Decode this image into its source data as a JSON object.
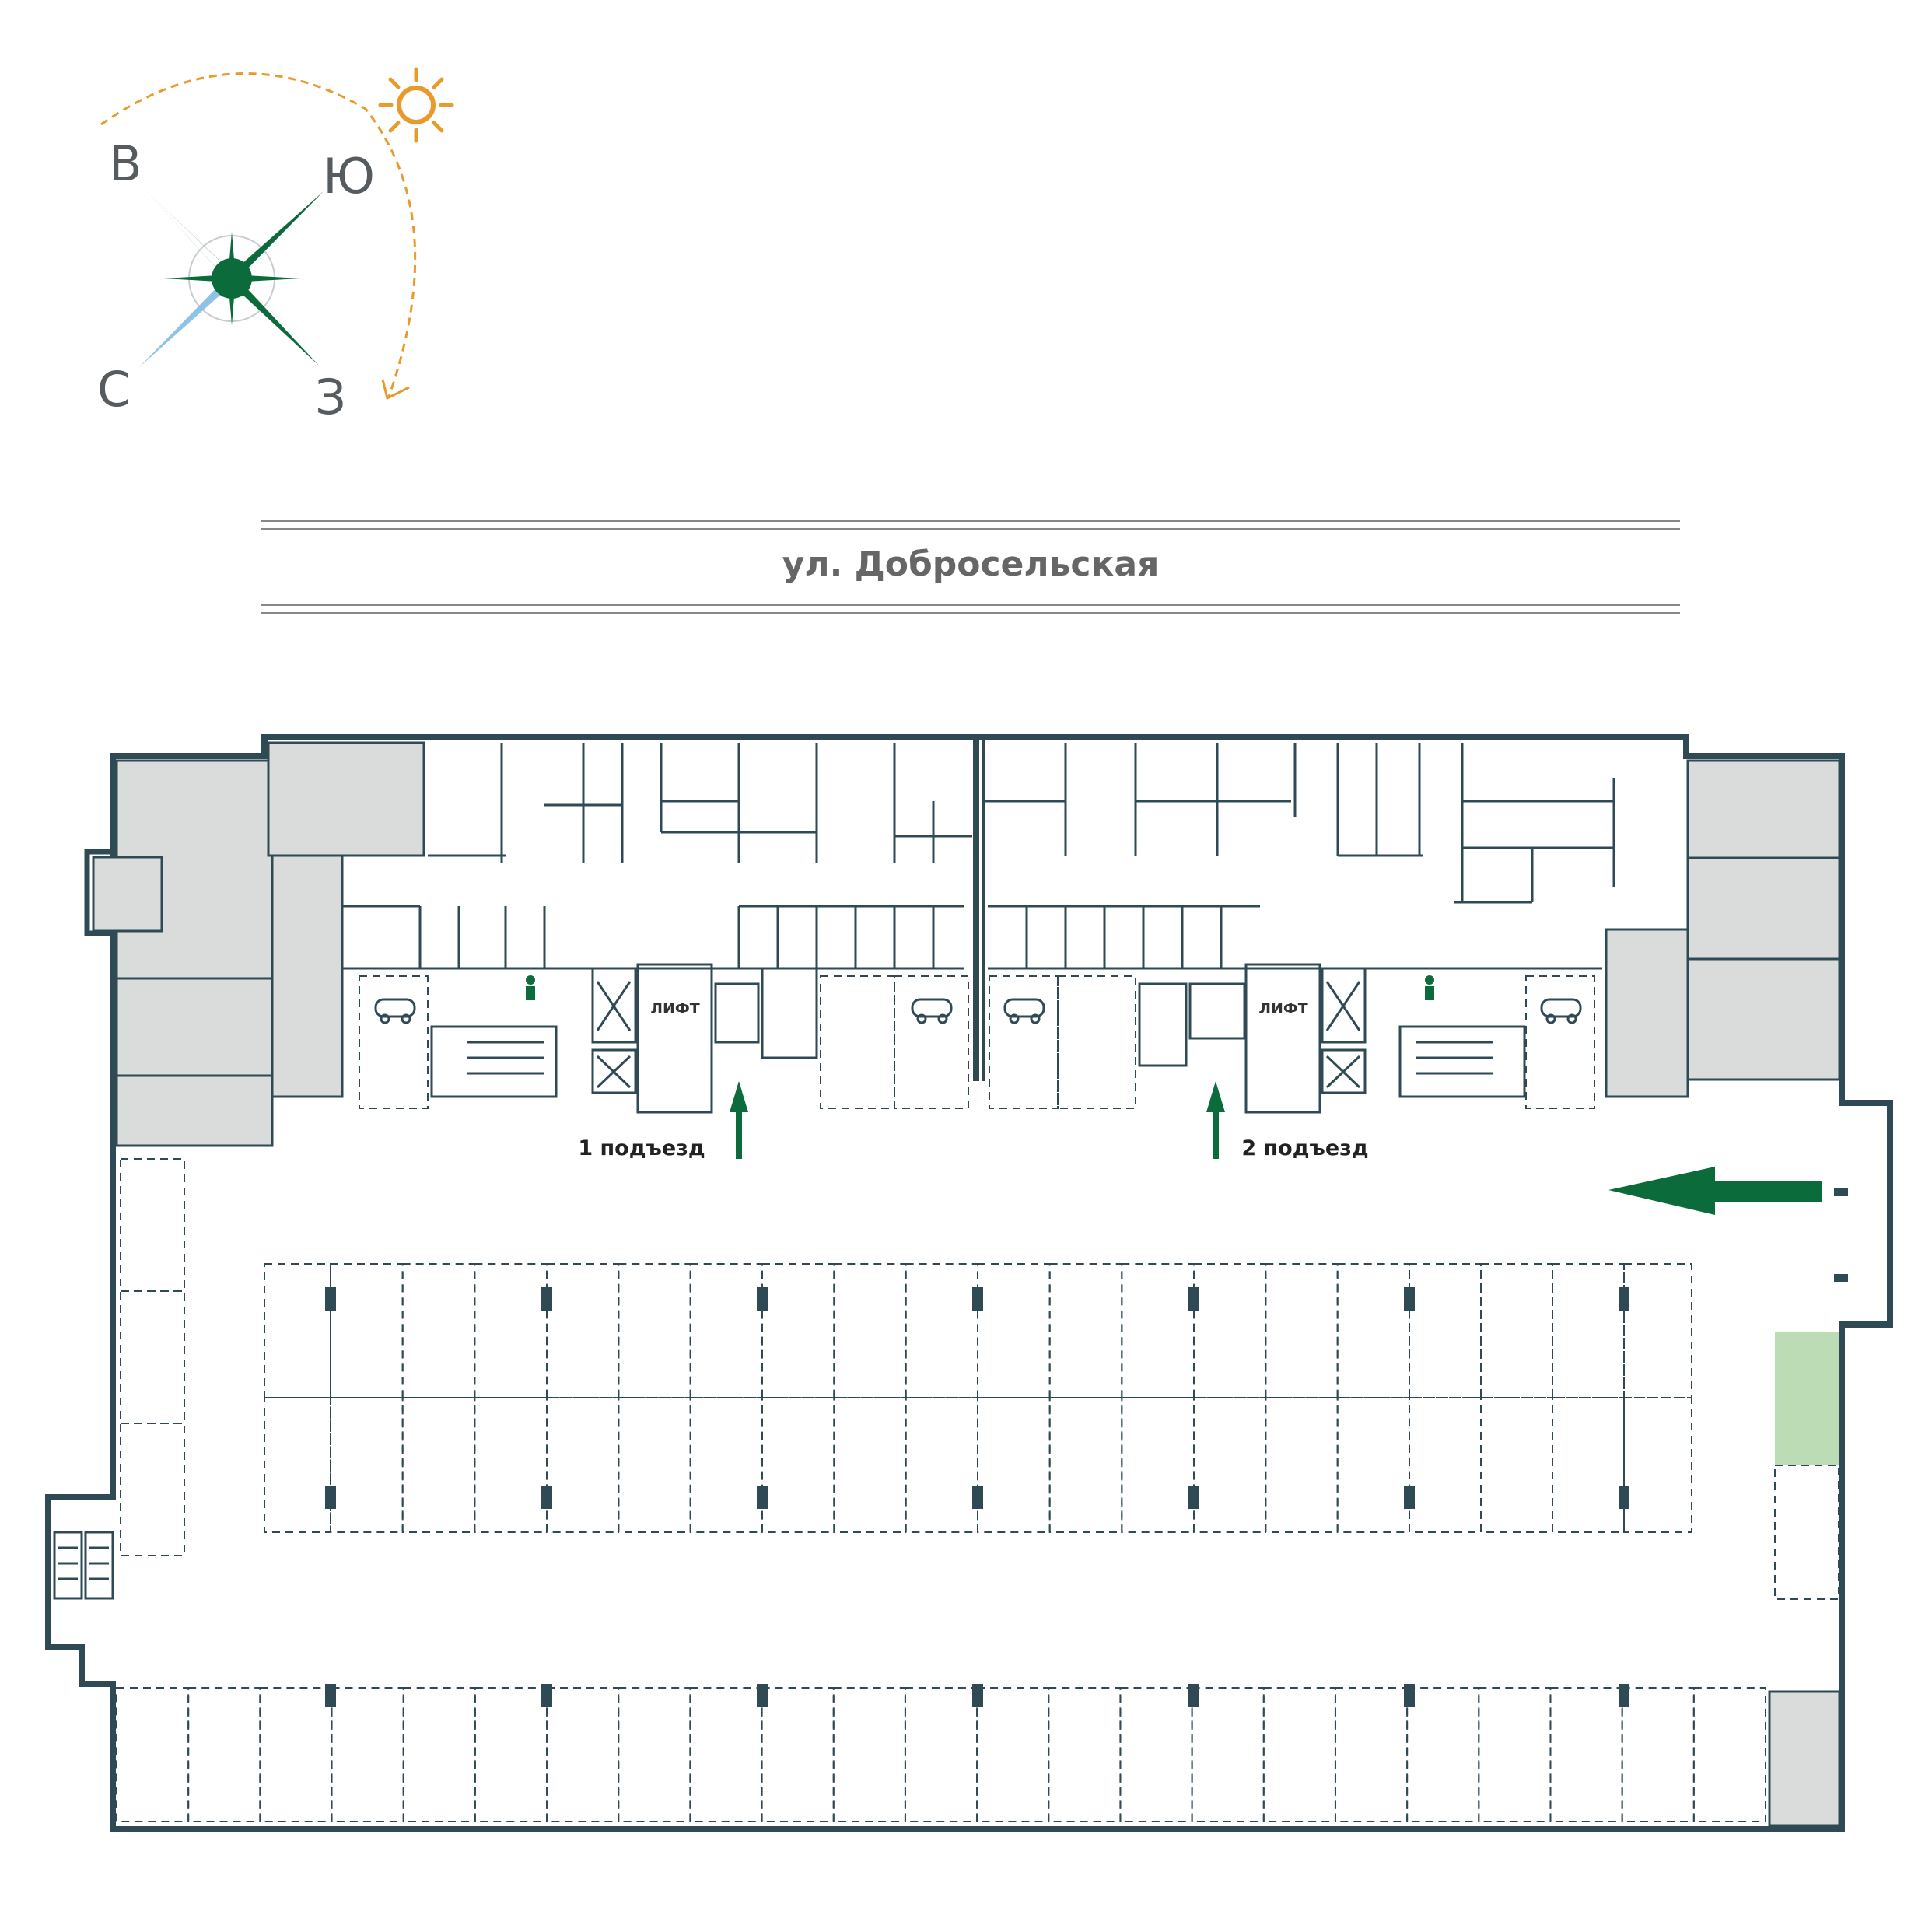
{
  "compass": {
    "east": "В",
    "south": "Ю",
    "north": "С",
    "west": "З",
    "sun_color": "#e89a2c",
    "needle_color": "#0b6b3a",
    "north_needle_color": "#8cc3e6"
  },
  "street": {
    "name": "ул. Добросельская"
  },
  "entrances": [
    {
      "label": "1 подъезд"
    },
    {
      "label": "2 подъезд"
    }
  ],
  "lift_labels": [
    "ЛИФТ",
    "ЛИФТ"
  ],
  "icons": {
    "ev_charger": "ev-car-icon",
    "cleaning": "cleaner-icon",
    "stairs": "stairs-icon",
    "lift": "elevator-icon",
    "sun": "sun-icon"
  },
  "colors": {
    "wall": "#2f4a55",
    "storage_fill": "#d9dcdb",
    "highlight_space": "#bcdcb5",
    "arrow": "#0b6b3a",
    "text": "#555b5f"
  },
  "highlighted_space": {
    "status": "selected"
  }
}
